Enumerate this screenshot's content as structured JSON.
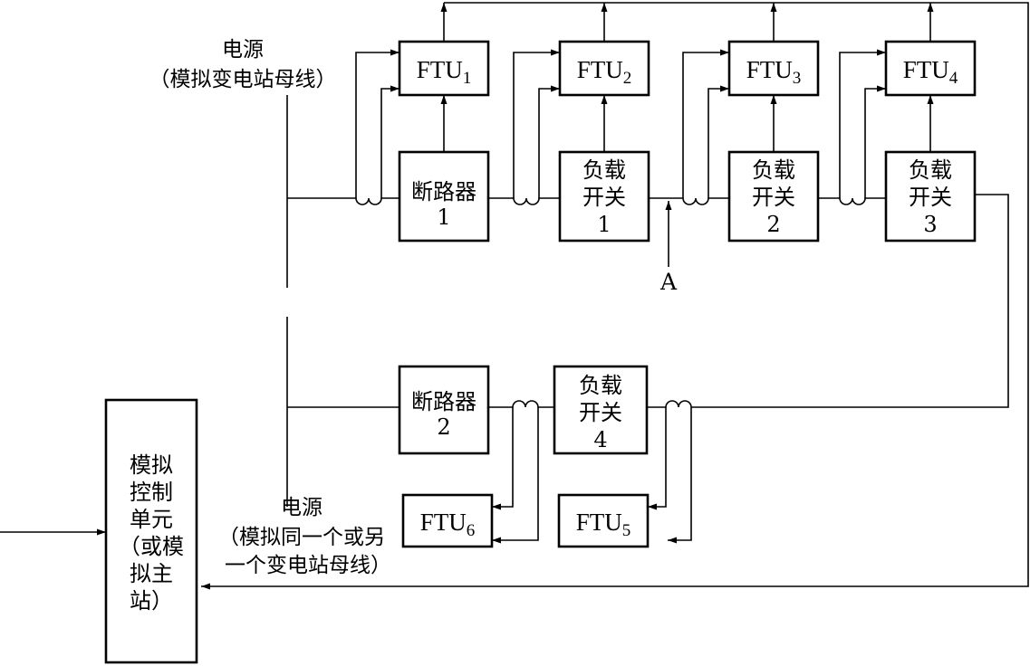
{
  "ftu_prefix": "FTU",
  "ftus": [
    {
      "id": "ftu1",
      "sub": "1"
    },
    {
      "id": "ftu2",
      "sub": "2"
    },
    {
      "id": "ftu3",
      "sub": "3"
    },
    {
      "id": "ftu4",
      "sub": "4"
    },
    {
      "id": "ftu5",
      "sub": "5"
    },
    {
      "id": "ftu6",
      "sub": "6"
    }
  ],
  "devices": {
    "breaker1": {
      "line1": "断路器",
      "line2": "1"
    },
    "switch1": {
      "line1": "负载",
      "line2": "开关",
      "line3": "1"
    },
    "switch2": {
      "line1": "负载",
      "line2": "开关",
      "line3": "2"
    },
    "switch3": {
      "line1": "负载",
      "line2": "开关",
      "line3": "3"
    },
    "breaker2": {
      "line1": "断路器",
      "line2": "2"
    },
    "switch4": {
      "line1": "负载",
      "line2": "开关",
      "line3": "4"
    }
  },
  "source_top": {
    "line1": "电源",
    "line2": "（模拟变电站母线）"
  },
  "source_bottom": {
    "line1": "电源",
    "line2": "（模拟同一个或另",
    "line3": "一个变电站母线）"
  },
  "point_a": "A",
  "control_unit": {
    "lines": [
      "模拟",
      "控制",
      "单元",
      "（或模",
      "拟主",
      "站）"
    ]
  }
}
